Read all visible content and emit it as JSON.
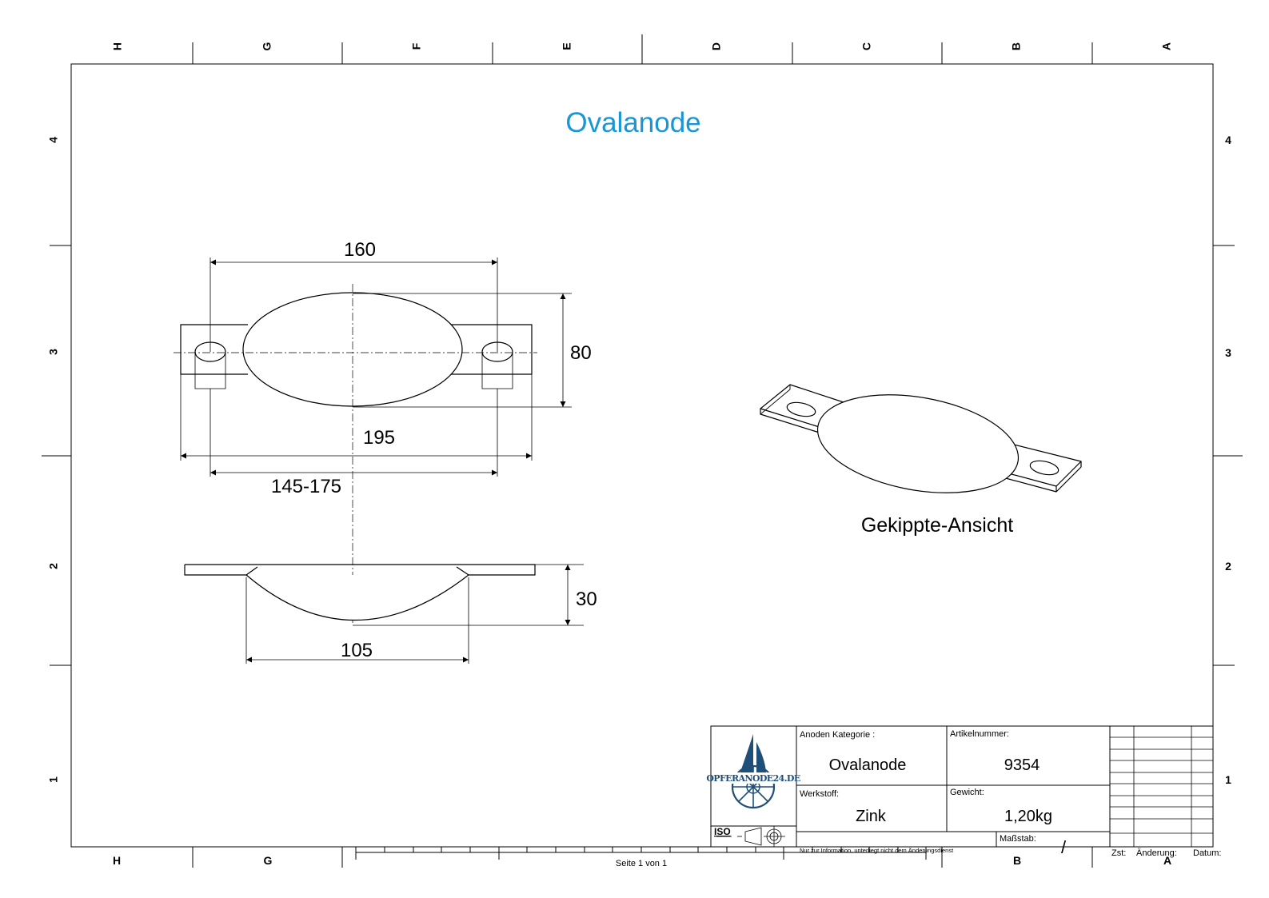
{
  "drawing": {
    "title": "Ovalanode",
    "title_color": "#1a96d4",
    "dimensions": {
      "top_width": "160",
      "height": "80",
      "overall_width": "195",
      "hole_spacing": "145-175",
      "depth": "30",
      "bottom_width": "105"
    },
    "view_caption": "Gekippte-Ansicht"
  },
  "frame": {
    "columns": [
      "H",
      "G",
      "F",
      "E",
      "D",
      "C",
      "B",
      "A"
    ],
    "rows": [
      "4",
      "3",
      "2",
      "1"
    ],
    "bottom_columns": [
      "H",
      "G",
      "B",
      "A"
    ],
    "page_label": "Seite 1 von 1"
  },
  "title_block": {
    "logo_text": "OPFERANODE24.DE",
    "logo_color": "#1f4e79",
    "category_label": "Anoden Kategorie :",
    "category_value": "Ovalanode",
    "article_label": "Artikelnummer:",
    "article_value": "9354",
    "material_label": "Werkstoff:",
    "material_value": "Zink",
    "weight_label": "Gewicht:",
    "weight_value": "1,20kg",
    "iso_label": "ISO",
    "disclaimer": "Nur zur Information, unterliegt nicht dem Änderungsdienst",
    "scale_label": "Maßstab:",
    "scale_value": "/",
    "revision_headers": [
      "Zst:",
      "Änderung:",
      "Datum:"
    ]
  }
}
